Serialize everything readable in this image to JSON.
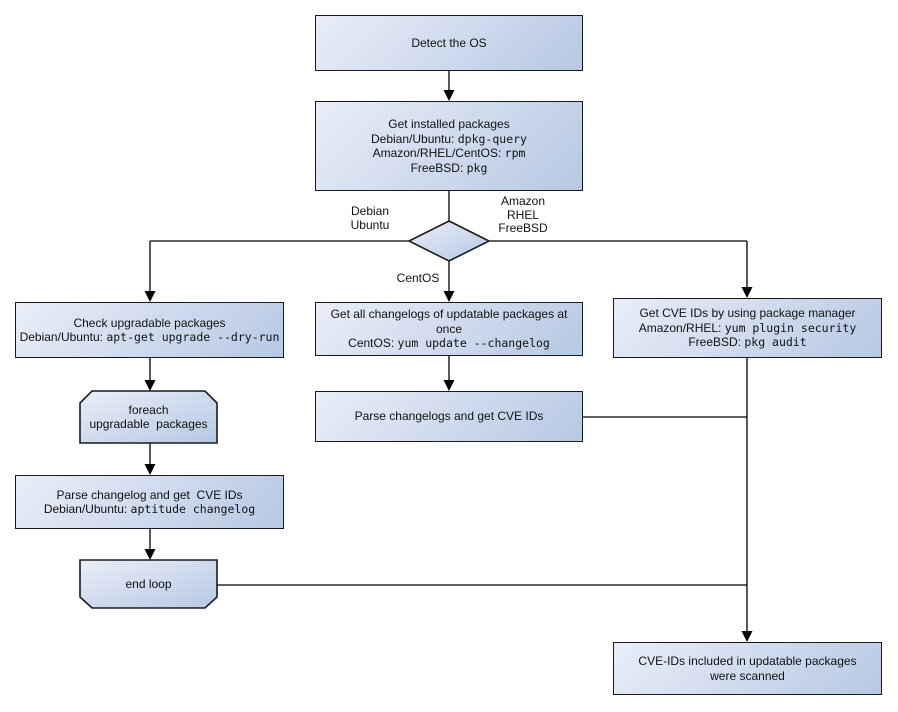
{
  "diagram": {
    "background": "#ffffff",
    "node_fill_start": "#e9eef8",
    "node_fill_end": "#b6c8e3",
    "node_border": "#1b1b1b",
    "connector_color": "#000000"
  },
  "nodes": {
    "detect_os": {
      "title": "Detect the OS"
    },
    "get_installed": {
      "title": "Get installed packages",
      "rows": [
        {
          "label": "Debian/Ubuntu: ",
          "cmd": "dpkg-query"
        },
        {
          "label": "Amazon/RHEL/CentOS: ",
          "cmd": "rpm"
        },
        {
          "label": "FreeBSD: ",
          "cmd": "pkg"
        }
      ]
    },
    "check_upgradable": {
      "title": "Check upgradable packages",
      "rows": [
        {
          "label": "Debian/Ubuntu: ",
          "cmd": "apt-get upgrade --dry-run"
        }
      ]
    },
    "get_changelogs": {
      "title": "Get all changelogs of updatable packages at once",
      "rows": [
        {
          "label": "CentOS: ",
          "cmd": "yum update --changelog"
        }
      ]
    },
    "get_cve_ids": {
      "title": "Get CVE IDs by using package manager",
      "rows": [
        {
          "label": "Amazon/RHEL: ",
          "cmd": "yum plugin security"
        },
        {
          "label": "FreeBSD: ",
          "cmd": "pkg audit"
        }
      ]
    },
    "foreach_loop": {
      "line1": "foreach",
      "line2": "upgradable  packages"
    },
    "parse_changelog_left": {
      "title": "Parse changelog and get  CVE IDs",
      "rows": [
        {
          "label": "Debian/Ubuntu: ",
          "cmd": "aptitude changelog"
        }
      ]
    },
    "parse_changelogs_mid": {
      "title": "Parse changelogs and get CVE IDs"
    },
    "end_loop": {
      "title": "end loop"
    },
    "result": {
      "line1": "CVE-IDs included in updatable packages",
      "line2": "were scanned"
    }
  },
  "edge_labels": {
    "left_branch": [
      "Debian",
      "Ubuntu"
    ],
    "right_branch": [
      "Amazon",
      "RHEL",
      "FreeBSD"
    ],
    "down_branch": "CentOS"
  }
}
